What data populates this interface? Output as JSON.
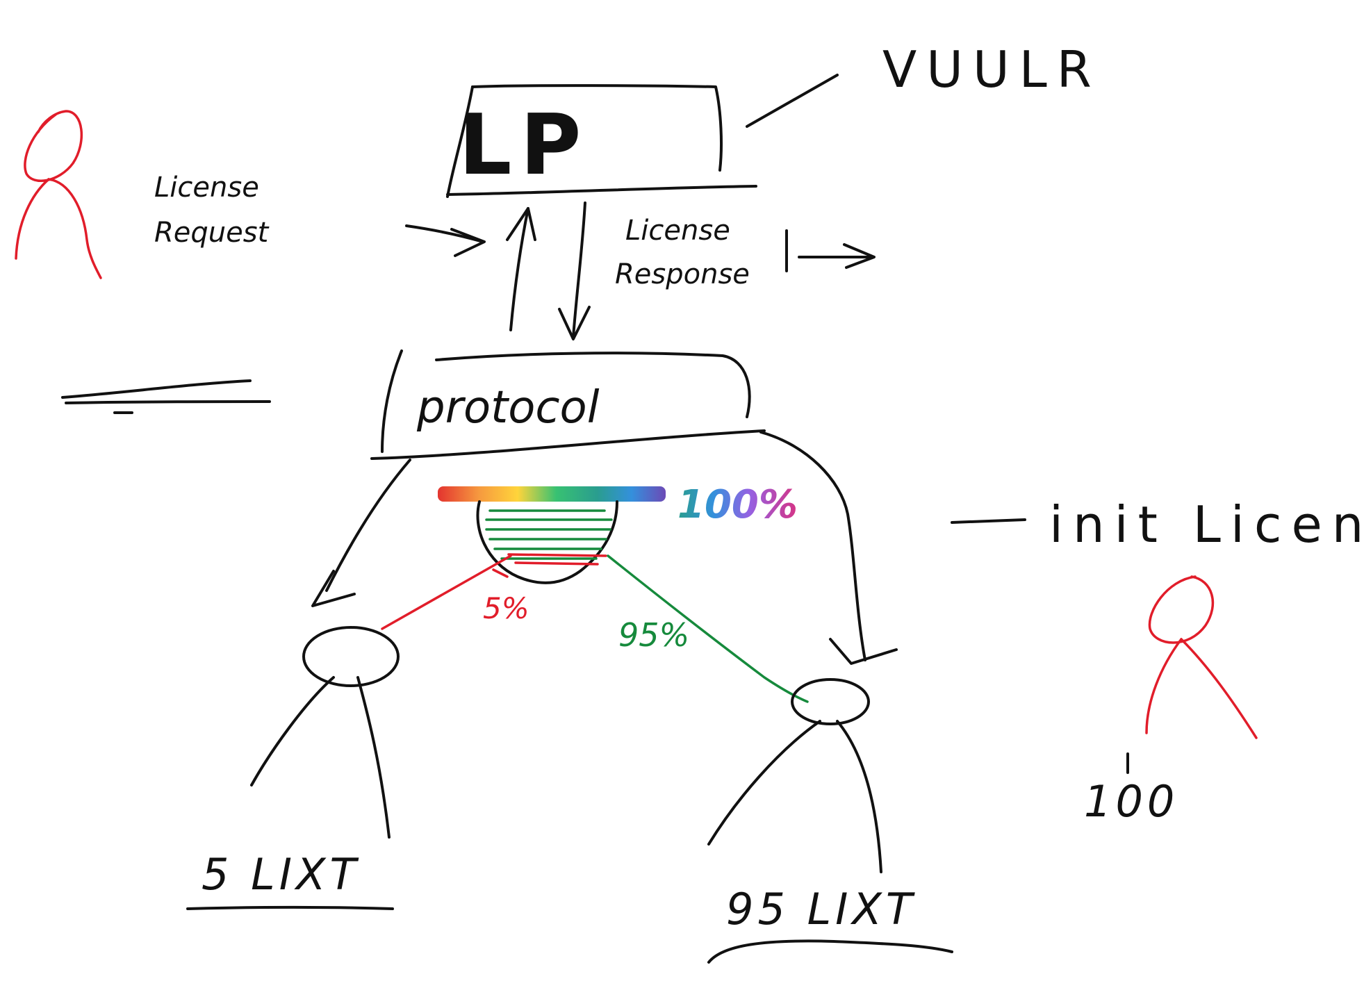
{
  "diagram": {
    "lp_box_label": "LP",
    "vuulr_label": "VUULR",
    "license_request_line1": "License",
    "license_request_line2": "Request",
    "license_response_line1": "License",
    "license_response_line2": "Response",
    "protocol_label": "protocol",
    "full_percent": "100%",
    "left_percent": "5%",
    "right_percent": "95%",
    "init_license_label": "init License",
    "count_label": "100",
    "left_node_label": "5 LIXT",
    "right_node_label": "95 LIXT"
  },
  "colors": {
    "ink": "#111111",
    "person": "#e11d2a",
    "share_small": "#e11d2a",
    "share_large": "#168a3c"
  }
}
